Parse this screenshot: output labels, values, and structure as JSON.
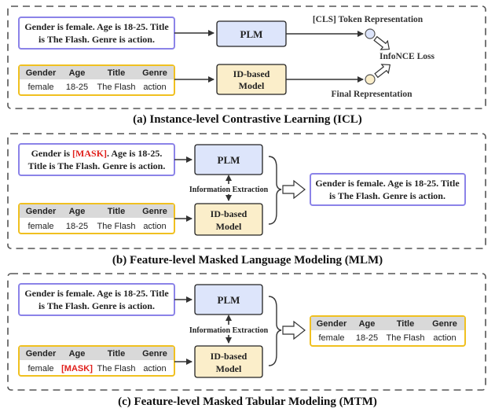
{
  "colors": {
    "purple_border": "#8b83e8",
    "gold_border": "#f0c020",
    "plm_fill": "#dde5fb",
    "id_fill": "#fbeeca",
    "mask_red": "#e0201c",
    "header_grey": "#d9d9d9",
    "dash": "#555555",
    "text": "#222222"
  },
  "panel_a": {
    "caption": "(a) Instance-level Contrastive Learning (ICL)",
    "text_line1": "Gender is female. Age is 18-25. Title",
    "text_line2": "is The Flash. Genre is action.",
    "plm_label": "PLM",
    "id_label1": "ID-based",
    "id_label2": "Model",
    "cls_label": "[CLS] Token Representation",
    "final_label": "Final Representation",
    "loss_label": "InfoNCE Loss",
    "table": {
      "headers": [
        "Gender",
        "Age",
        "Title",
        "Genre"
      ],
      "row": [
        "female",
        "18-25",
        "The Flash",
        "action"
      ]
    }
  },
  "panel_b": {
    "caption": "(b) Feature-level Masked Language Modeling (MLM)",
    "text_l1_before": "Gender is ",
    "text_l1_mask": "[MASK]",
    "text_l1_after": ". Age is 18-25.",
    "text_line2": "Title is The Flash. Genre is action.",
    "plm_label": "PLM",
    "id_label1": "ID-based",
    "id_label2": "Model",
    "extraction_label": "Information Extraction",
    "output_line1": "Gender is female. Age is 18-25. Title",
    "output_line2": "is The Flash. Genre is action.",
    "table": {
      "headers": [
        "Gender",
        "Age",
        "Title",
        "Genre"
      ],
      "row": [
        "female",
        "18-25",
        "The Flash",
        "action"
      ]
    }
  },
  "panel_c": {
    "caption": "(c) Feature-level Masked Tabular Modeling (MTM)",
    "text_line1": "Gender is female. Age is 18-25. Title",
    "text_line2": "is The Flash. Genre is action.",
    "plm_label": "PLM",
    "id_label1": "ID-based",
    "id_label2": "Model",
    "extraction_label": "Information Extraction",
    "table": {
      "headers": [
        "Gender",
        "Age",
        "Title",
        "Genre"
      ],
      "row_before": "female",
      "row_mask": "[MASK]",
      "row_after": [
        "The Flash",
        "action"
      ]
    },
    "output_table": {
      "headers": [
        "Gender",
        "Age",
        "Title",
        "Genre"
      ],
      "row": [
        "female",
        "18-25",
        "The Flash",
        "action"
      ]
    }
  }
}
